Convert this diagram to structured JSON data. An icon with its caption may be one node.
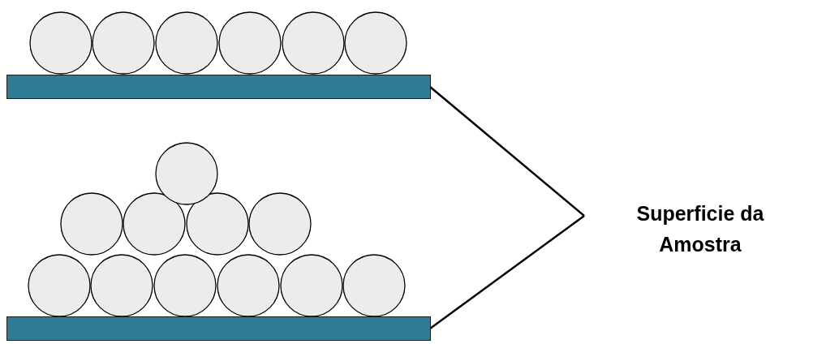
{
  "diagram": {
    "nodes": [
      {
        "text": [],
        "shape": "bar"
      },
      {
        "text": [
          "Superficie da Amostra"
        ]
      },
      {
        "text": [],
        "shape": "bar"
      }
    ],
    "edges": [
      {
        "from": 1,
        "to": 0,
        "arrow": "none"
      },
      {
        "from": 1,
        "to": 2,
        "arrow": "none"
      }
    ]
  }
}
